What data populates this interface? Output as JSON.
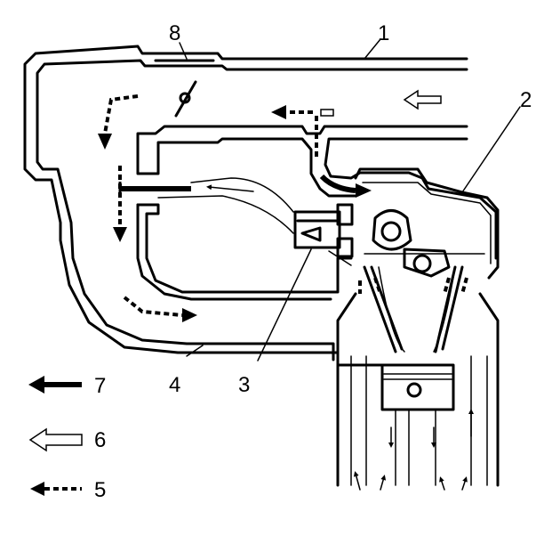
{
  "callouts": {
    "c1": "1",
    "c2": "2",
    "c3": "3",
    "c4": "4",
    "c8": "8"
  },
  "legend": [
    {
      "number": "7",
      "icon": "solid-black-arrow-icon"
    },
    {
      "number": "6",
      "icon": "hollow-arrow-icon"
    },
    {
      "number": "5",
      "icon": "dashed-arrow-icon"
    }
  ]
}
